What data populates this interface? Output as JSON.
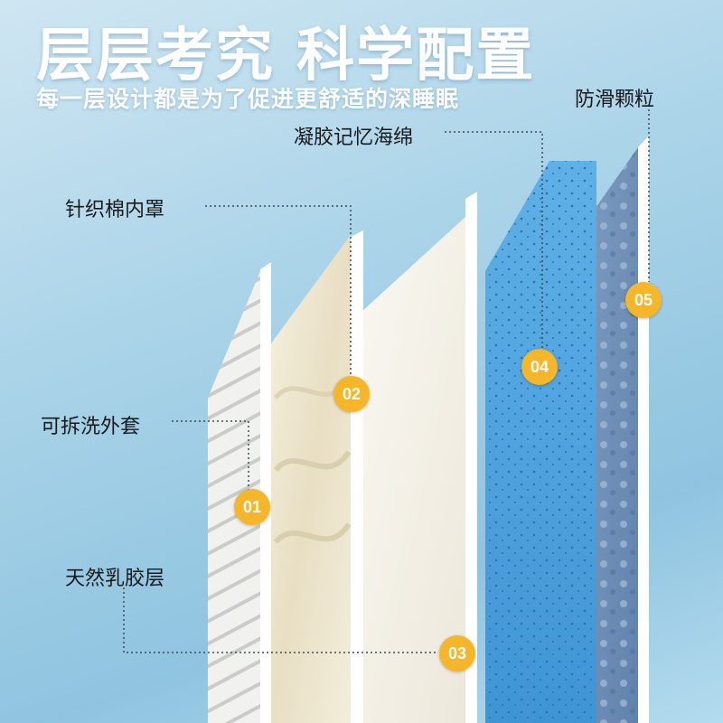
{
  "header": {
    "title": "层层考究 科学配置",
    "subtitle": "每一层设计都是为了促进更舒适的深睡眠"
  },
  "layers": [
    {
      "number": "01",
      "label": "可拆洗外套"
    },
    {
      "number": "02",
      "label": "针织棉内罩"
    },
    {
      "number": "03",
      "label": "天然乳胶层"
    },
    {
      "number": "04",
      "label": "凝胶记忆海绵"
    },
    {
      "number": "05",
      "label": "防滑颗粒"
    }
  ],
  "colors": {
    "badge": "#f6b62a",
    "memory_foam": "#4fa3dd",
    "anti_slip": "#6f8fb6",
    "latex": "#f5f2ea",
    "knit": "#efe8d2",
    "cover": "#f4f4f1"
  }
}
